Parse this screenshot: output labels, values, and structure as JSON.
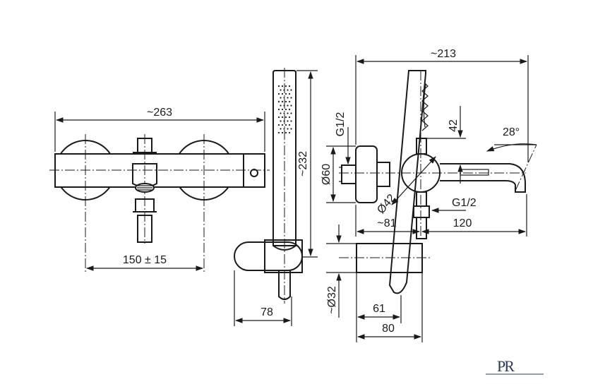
{
  "dimensions": {
    "front_width": "~263",
    "wall_spacing": "150 ± 15",
    "hand_shower_length": "~232",
    "hand_shower_depth": "78",
    "side_width": "~213",
    "thread_top": "G1/2",
    "escutcheon_dia": "Ø60",
    "height_42": "42",
    "spout_angle": "28°",
    "body_dia": "Ø42",
    "thread_bottom": "G1/2",
    "offset_81": "~81",
    "spout_120": "120",
    "holder_dia": "~Ø32",
    "depth_61": "61",
    "depth_80": "80"
  },
  "logo": {
    "text": "PR"
  }
}
